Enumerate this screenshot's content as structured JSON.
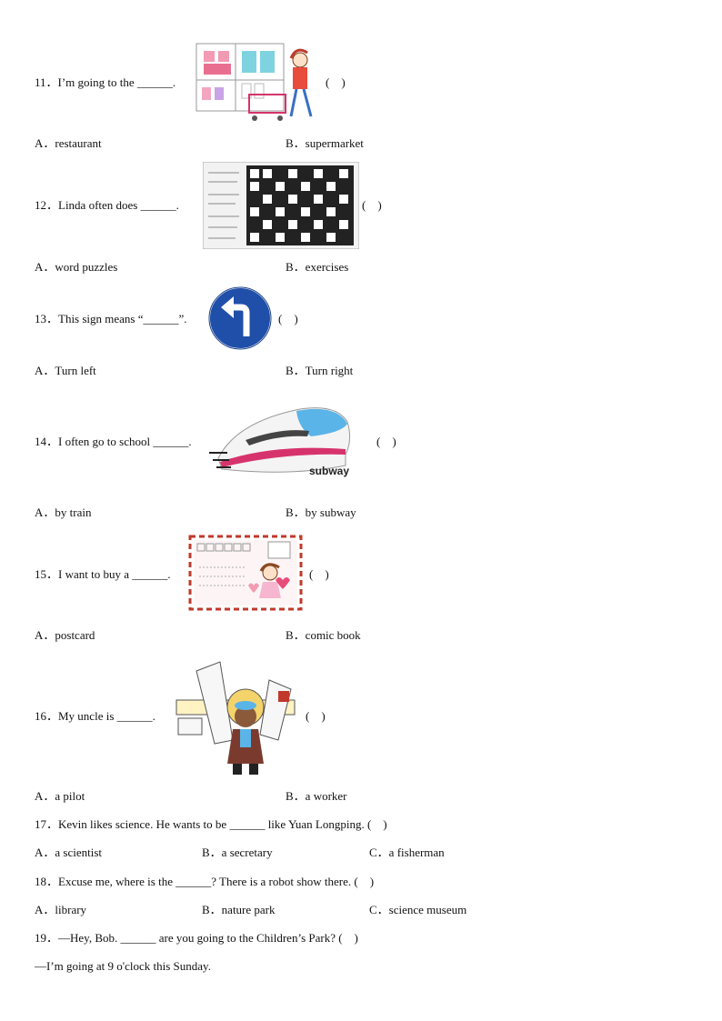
{
  "questions": [
    {
      "q": "11．I’m going to the ______.",
      "paren": "(　)",
      "options": [
        "A．restaurant",
        "B．supermarket"
      ]
    },
    {
      "q": "12．Linda often does ______.",
      "paren": "(　)",
      "options": [
        "A．word puzzles",
        "B．exercises"
      ]
    },
    {
      "q": "13．This sign means “______”.",
      "paren": "(　)",
      "options": [
        "A．Turn left",
        "B．Turn right"
      ]
    },
    {
      "q": "14．I often go to school ______.",
      "paren": "(　)",
      "options": [
        "A．by train",
        "B．by subway"
      ],
      "image_text": "subway"
    },
    {
      "q": "15．I want to buy a ______.",
      "paren": "(　)",
      "options": [
        "A．postcard",
        "B．comic book"
      ]
    },
    {
      "q": "16．My uncle is ______.",
      "paren": "(　)",
      "options": [
        "A．a pilot",
        "B．a worker"
      ]
    },
    {
      "q": "17．Kevin likes science. He wants to be ______ like Yuan Longping. (　)",
      "options": [
        "A．a scientist",
        "B．a secretary",
        "C．a fisherman"
      ]
    },
    {
      "q": "18．Excuse me, where is the ______? There is a robot show there. (　)",
      "options": [
        "A．library",
        "B．nature park",
        "C．science museum"
      ]
    },
    {
      "q": "19．—Hey, Bob. ______ are you going to the Children’s Park? (　)",
      "answer_line": "—I’m going at 9 o'clock this Sunday."
    }
  ],
  "colors": {
    "sign_blue": "#1f4fa8",
    "train_pink": "#d6336c",
    "envelope_red": "#c0392b"
  }
}
